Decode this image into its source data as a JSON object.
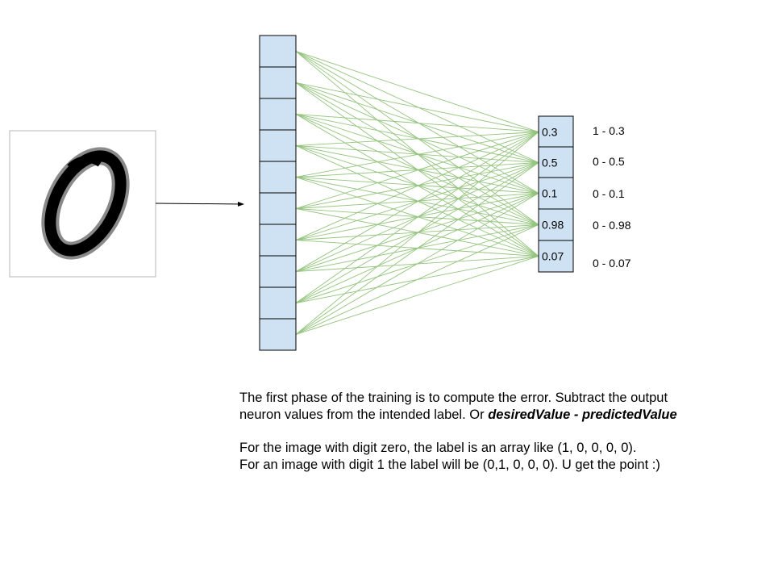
{
  "colors": {
    "neuron_fill": "#cfe2f3",
    "neuron_stroke": "#000000",
    "connection": "#93c47d",
    "image_border": "#b7b7b7",
    "arrow": "#000000"
  },
  "input_image": {
    "icon": "handwritten-digit-zero"
  },
  "input_layer": {
    "neuron_count": 10
  },
  "output_layer": {
    "neurons": [
      {
        "value": "0.3"
      },
      {
        "value": "0.5"
      },
      {
        "value": "0.1"
      },
      {
        "value": "0.98"
      },
      {
        "value": "0.07"
      }
    ]
  },
  "errors": [
    "1 - 0.3",
    "0 - 0.5",
    "0 - 0.1",
    "0 - 0.98",
    "0 - 0.07"
  ],
  "description": {
    "line1": "The first phase of the training is to compute the error. Subtract the output",
    "line2_prefix": "neuron values from the intended label. Or ",
    "line2_emphasis": "desiredValue - predictedValue",
    "line3": "For the image with digit zero, the label is an array like (1, 0, 0, 0, 0).",
    "line4": "For an image with digit 1 the label will be (0,1, 0, 0, 0). U get the point :)"
  }
}
